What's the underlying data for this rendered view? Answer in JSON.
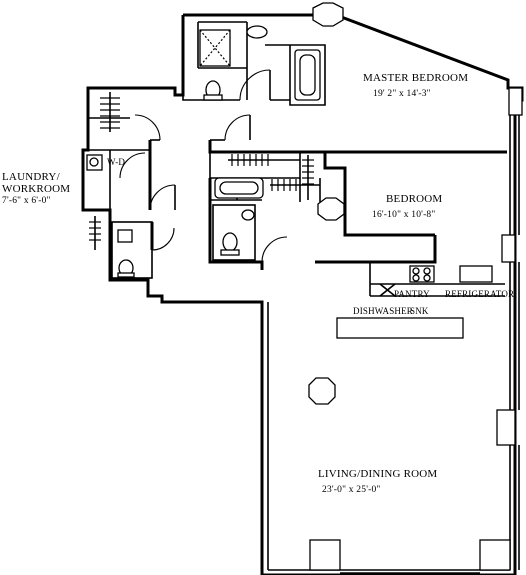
{
  "rooms": {
    "master_bedroom": {
      "name": "MASTER BEDROOM",
      "dimensions": "19' 2\" x 14'-3\""
    },
    "bedroom": {
      "name": "BEDROOM",
      "dimensions": "16'-10\" x 10'-8\""
    },
    "laundry": {
      "name_line1": "LAUNDRY/",
      "name_line2": "WORKROOM",
      "dimensions": "7'-6\" x 6'-0\""
    },
    "living_dining": {
      "name": "LIVING/DINING ROOM",
      "dimensions": "23'-0\" x 25'-0\""
    }
  },
  "fixtures": {
    "washer_dryer": "W-D",
    "pantry": "PANTRY",
    "refrigerator": "REFRIGERATOR",
    "dishwasher": "DISHWASHER",
    "sink": "SNK"
  }
}
